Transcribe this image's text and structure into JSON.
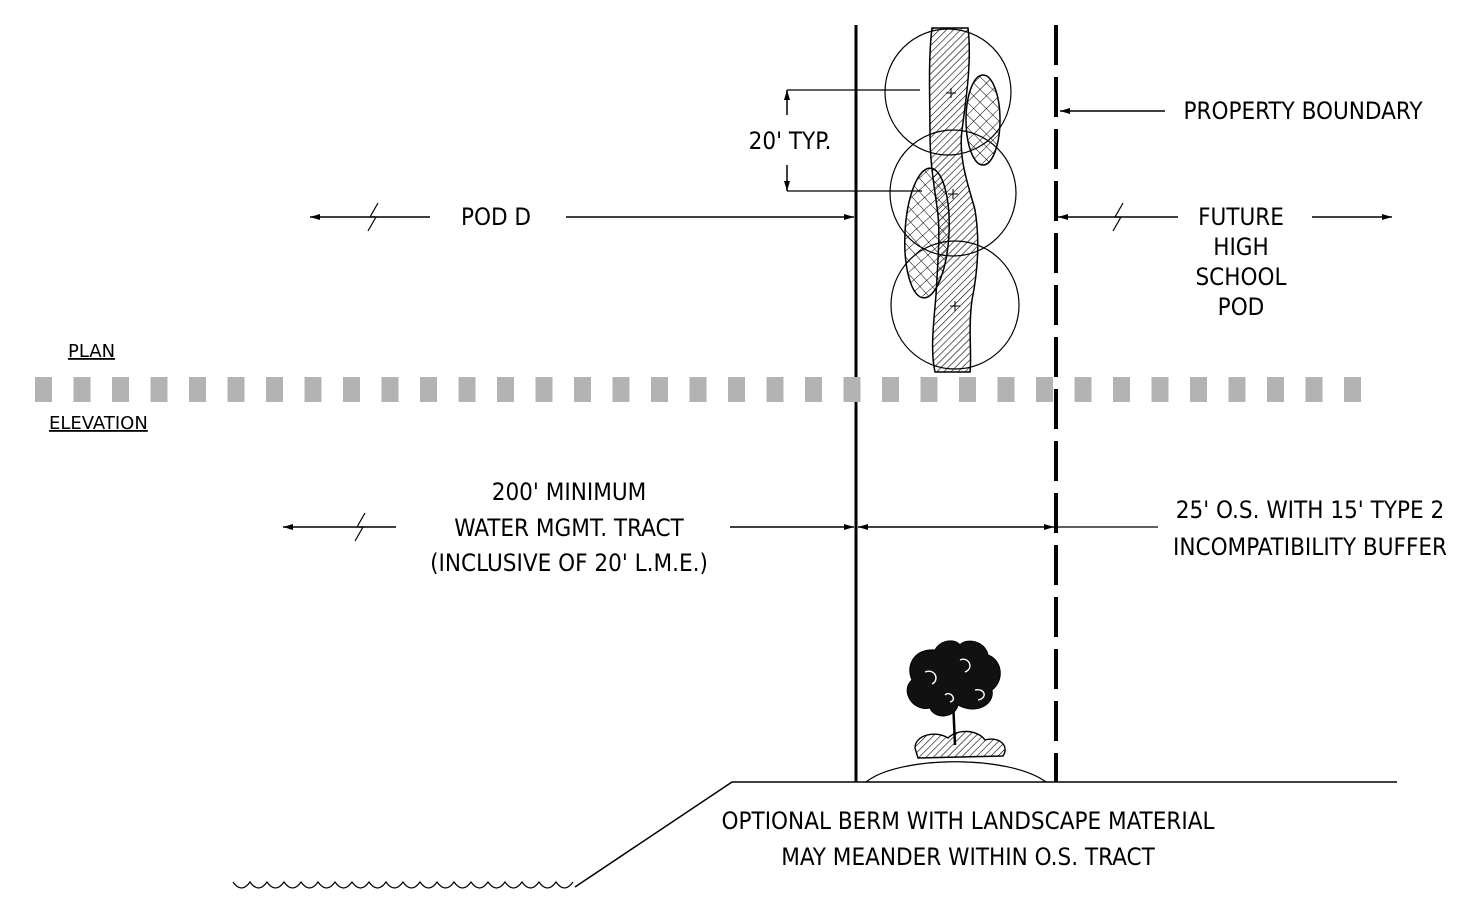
{
  "labels": {
    "plan": "PLAN",
    "elevation": "ELEVATION",
    "pod_d": "POD D",
    "spacing": "20' TYP.",
    "property_boundary": "PROPERTY BOUNDARY",
    "future_pod": [
      "FUTURE",
      "HIGH",
      "SCHOOL",
      "POD"
    ],
    "tract": [
      "200' MINIMUM",
      "WATER MGMT. TRACT",
      "(INCLUSIVE OF 20' L.M.E.)"
    ],
    "buffer": [
      "25' O.S. WITH 15' TYPE 2",
      "INCOMPATIBILITY BUFFER"
    ],
    "berm_note": [
      "OPTIONAL BERM WITH LANDSCAPE MATERIAL",
      "MAY MEANDER WITHIN O.S. TRACT"
    ]
  },
  "colors": {
    "linework": "#000000",
    "divider": "#b3b3b3"
  }
}
